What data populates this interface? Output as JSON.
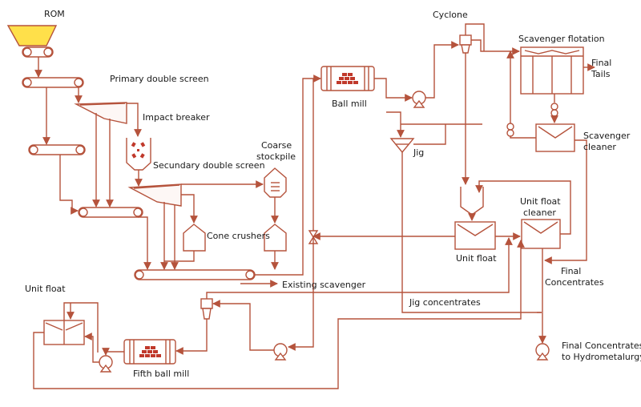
{
  "labels": {
    "rom": "ROM",
    "primary_double_screen": "Primary double screen",
    "impact_breaker": "Impact breaker",
    "coarse_stockpile_1": "Coarse",
    "coarse_stockpile_2": "stockpile",
    "secundary_double_screen": "Secundary double screen",
    "cone_crushers": "Cone crushers",
    "ball_mill": "Ball mill",
    "cyclone": "Cyclone",
    "scavenger_flotation": "Scavenger flotation",
    "final_tails_1": "Final",
    "final_tails_2": "Tails",
    "scavenger_cleaner_1": "Scavenger",
    "scavenger_cleaner_2": "cleaner",
    "jig": "Jig",
    "unit_float_cleaner_1": "Unit float",
    "unit_float_cleaner_2": "cleaner",
    "unit_float_mid": "Unit float",
    "final_concentrates_1": "Final",
    "final_concentrates_2": "Concentrates",
    "existing_scavenger": "Existing scavenger",
    "jig_concentrates": "Jig concentrates",
    "unit_float_left": "Unit float",
    "fifth_ball_mill": "Fifth ball mill",
    "final_hydro_1": "Final Concentrates",
    "final_hydro_2": "to Hydrometalurgy"
  },
  "colors": {
    "line": "#b5533c",
    "hopper": "#ffe04a",
    "ore": "#c0392b"
  }
}
